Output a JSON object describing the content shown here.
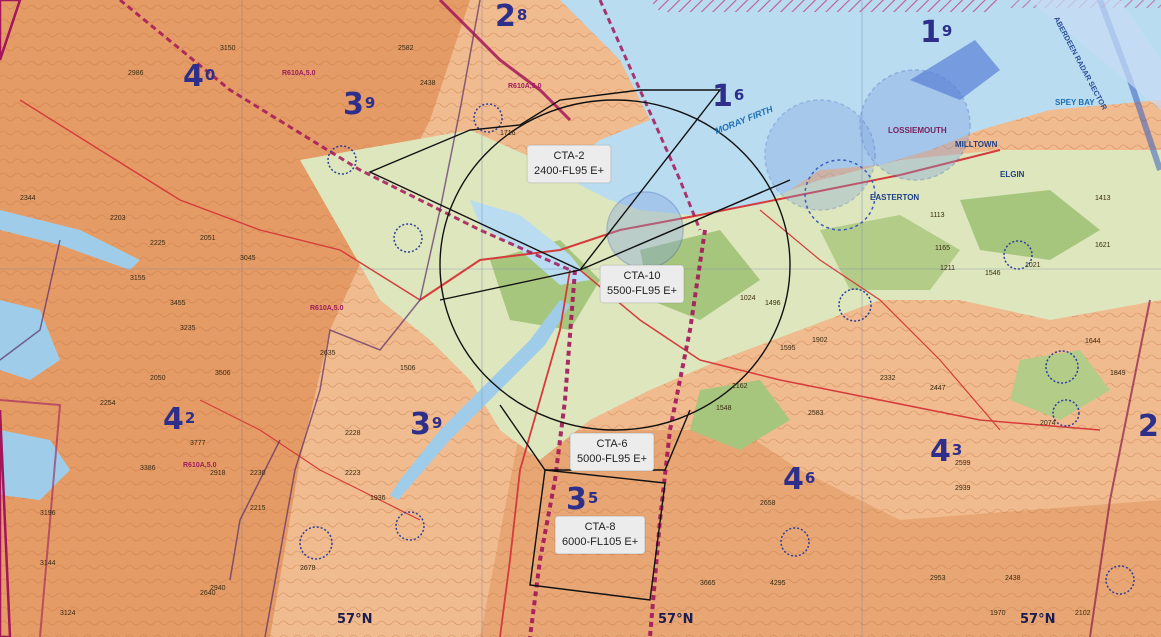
{
  "map": {
    "colors": {
      "sea": "#b9dcf0",
      "land_high": "#e9a06f",
      "land_mid": "#f3c9a6",
      "lowland": "#d9e6b8",
      "forest": "#a9c87d",
      "ctr_boundary": "#000000",
      "danger_area": "#a3165a",
      "airway": "#b23a7a",
      "mef_text": "#2e2f8a",
      "label_bg": "#ececec"
    },
    "cta_labels": [
      {
        "name": "CTA-2",
        "limits": "2400-FL95 E+"
      },
      {
        "name": "CTA-10",
        "limits": "5500-FL95 E+"
      },
      {
        "name": "CTA-6",
        "limits": "5000-FL95 E+"
      },
      {
        "name": "CTA-8",
        "limits": "6000-FL105 E+"
      }
    ],
    "max_elevation_figures": [
      {
        "main": "4",
        "sup": "0"
      },
      {
        "main": "3",
        "sup": "9"
      },
      {
        "main": "2",
        "sup": "8"
      },
      {
        "main": "1",
        "sup": "6"
      },
      {
        "main": "1",
        "sup": "9"
      },
      {
        "main": "4",
        "sup": "2"
      },
      {
        "main": "3",
        "sup": "9"
      },
      {
        "main": "3",
        "sup": "5"
      },
      {
        "main": "4",
        "sup": "6"
      },
      {
        "main": "4",
        "sup": "3"
      },
      {
        "main": "2",
        "sup": ""
      }
    ],
    "latitude_labels": [
      "57°N",
      "57°N",
      "57°N"
    ],
    "water_labels": {
      "moray_firth": "MORAY FIRTH",
      "spey_bay": "SPEY BAY"
    },
    "airport_labels": {
      "lossiemouth": "LOSSIEMOUTH"
    },
    "sector_label": "ABERDEEN RADAR SECTOR",
    "danger_areas": [
      "R610A,5.0",
      "R610A,5.0",
      "R610A,5.0",
      "R610A,5.0"
    ],
    "place_labels": [
      "EASTERTON",
      "MILLTOWN",
      "ELGIN"
    ],
    "elevations": [
      "2986",
      "3150",
      "2582",
      "2438",
      "1716",
      "2344",
      "2203",
      "2051",
      "3045",
      "2225",
      "3155",
      "3455",
      "3235",
      "2635",
      "2050",
      "3506",
      "2254",
      "3777",
      "3386",
      "2918",
      "2230",
      "3196",
      "3144",
      "3124",
      "2640",
      "2223",
      "1936",
      "2678",
      "2940",
      "2228",
      "2215",
      "1506",
      "1024",
      "1496",
      "1595",
      "1902",
      "2162",
      "1548",
      "2583",
      "2332",
      "2447",
      "2074",
      "2599",
      "2939",
      "2658",
      "3665",
      "4295",
      "2953",
      "2438",
      "1970",
      "2102",
      "1644",
      "1849",
      "1113",
      "1165",
      "1211",
      "1546",
      "1021",
      "1413",
      "1621"
    ]
  }
}
